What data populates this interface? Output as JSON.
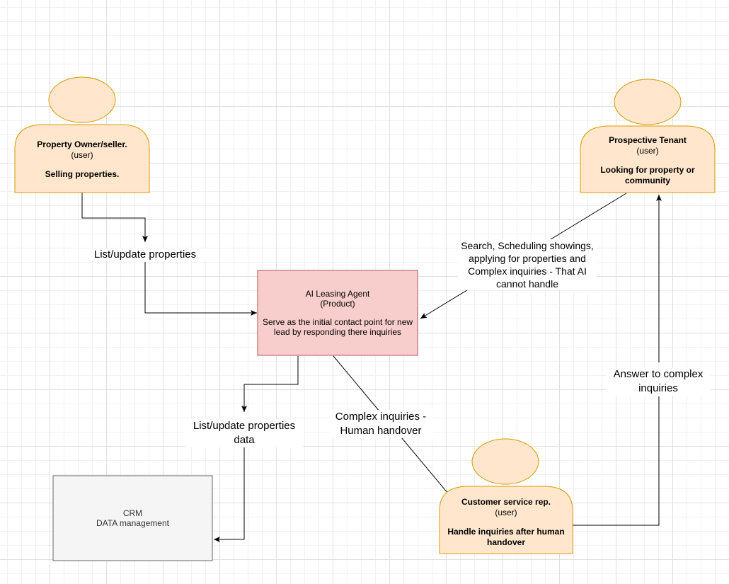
{
  "nodes": {
    "owner": {
      "name": "Property Owner/seller.",
      "role": "(user)",
      "desc": "Selling properties."
    },
    "tenant": {
      "name": "Prospective Tenant",
      "role": "(user)",
      "desc_line1": "Looking for property or",
      "desc_line2": "community"
    },
    "agent": {
      "name": "AI Leasing Agent",
      "role": "(Product)",
      "desc_line1": "Serve as the initial contact point for new",
      "desc_line2": "lead by responding there inquiries"
    },
    "crm": {
      "name": "CRM",
      "desc": "DATA management"
    },
    "rep": {
      "name": "Customer service rep.",
      "role": "(user)",
      "desc_line1": "Handle inquiries after human",
      "desc_line2": "handover"
    }
  },
  "edges": {
    "owner_to_agent": "List/update properties",
    "tenant_to_agent": {
      "line1": "Search, Scheduling showings,",
      "line2": "applying for properties and",
      "line3": "Complex inquiries - That AI",
      "line4": "cannot handle"
    },
    "agent_to_crm": {
      "line1": "List/update properties",
      "line2": "data"
    },
    "agent_to_rep": {
      "line1": "Complex inquiries -",
      "line2": "Human handover"
    },
    "rep_to_tenant": {
      "line1": "Answer to complex",
      "line2": "inquiries"
    }
  },
  "colors": {
    "actor_fill": "#ffe6cc",
    "actor_stroke": "#d79b00",
    "agent_fill": "#f8cecc",
    "agent_stroke": "#b85450",
    "crm_fill": "#f5f5f5",
    "crm_stroke": "#666666",
    "edge": "#000000"
  }
}
